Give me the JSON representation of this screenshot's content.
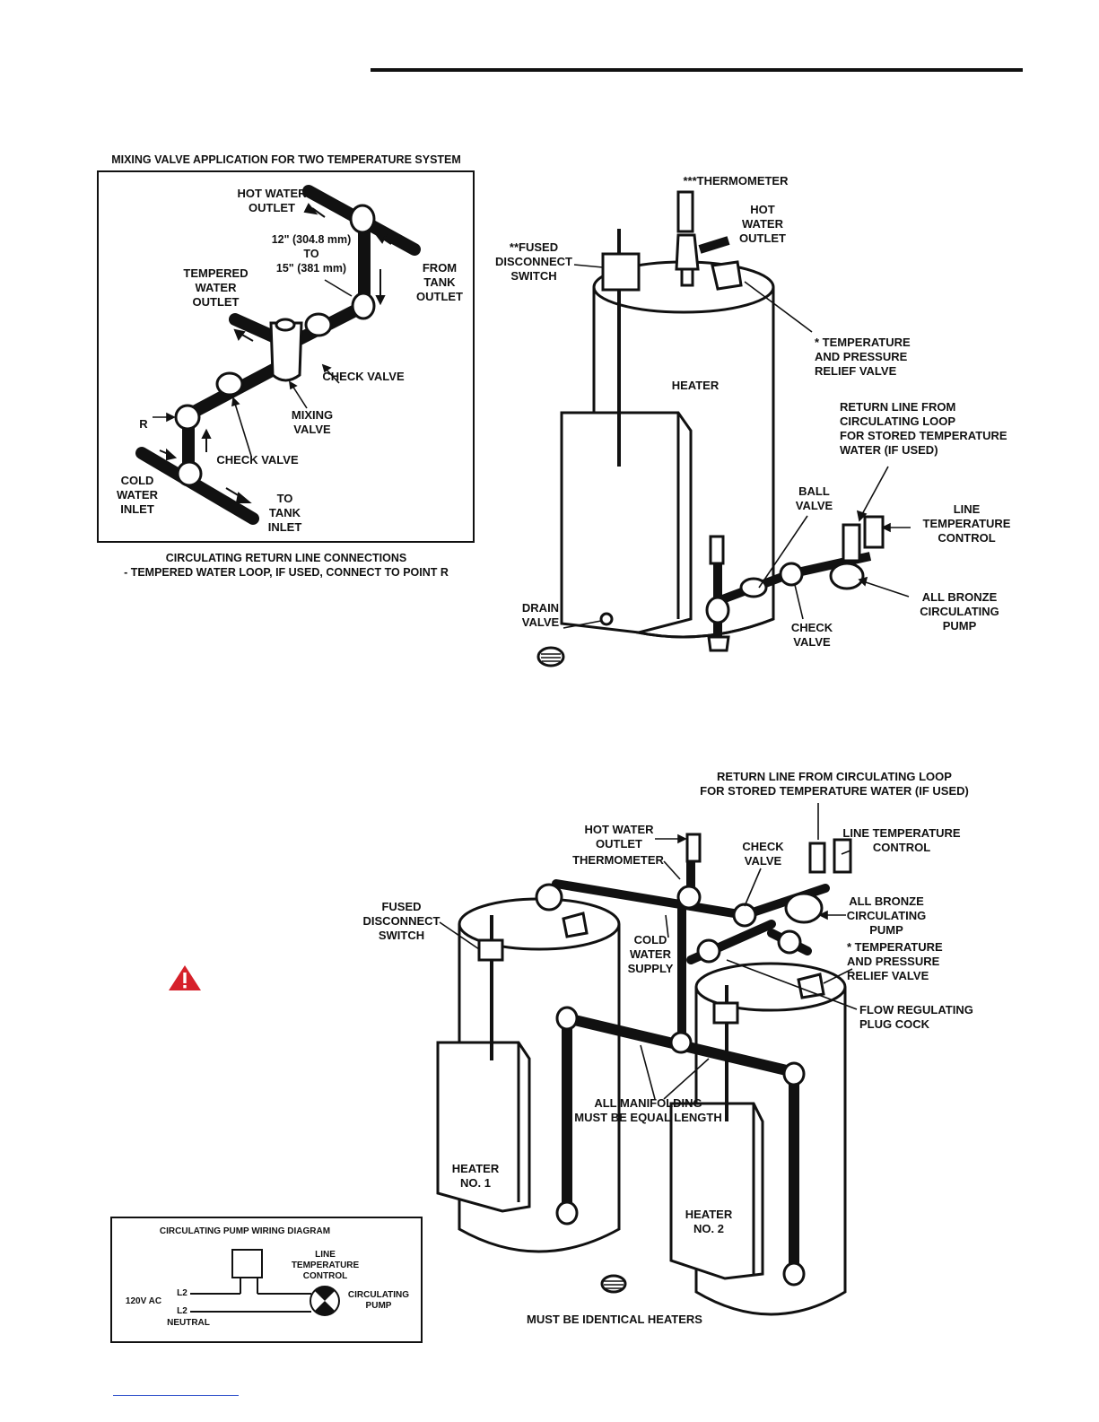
{
  "figure1": {
    "title": "MIXING VALVE APPLICATION FOR TWO TEMPERATURE SYSTEM",
    "labels": {
      "hot_water_outlet": "HOT WATER\nOUTLET",
      "dimension": "12\" (304.8 mm)\nTO\n15\" (381 mm)",
      "tempered_water_outlet": "TEMPERED\nWATER\nOUTLET",
      "from_tank_outlet": "FROM\nTANK\nOUTLET",
      "check_valve_upper": "CHECK VALVE",
      "r_point": "R",
      "mixing_valve": "MIXING\nVALVE",
      "check_valve_lower": "CHECK VALVE",
      "cold_water_inlet": "COLD\nWATER\nINLET",
      "to_tank_inlet": "TO\nTANK\nINLET"
    },
    "caption": "CIRCULATING RETURN LINE CONNECTIONS\n- TEMPERED WATER LOOP, IF USED, CONNECT TO POINT R"
  },
  "figure2": {
    "labels": {
      "thermometer": "***THERMOMETER",
      "hot_water_outlet": "HOT\nWATER\nOUTLET",
      "fused_disconnect": "**FUSED\nDISCONNECT\nSWITCH",
      "tp_relief": "* TEMPERATURE\n  AND PRESSURE\n  RELIEF VALVE",
      "heater": "HEATER",
      "return_line": "RETURN LINE FROM\nCIRCULATING LOOP\nFOR STORED TEMPERATURE\nWATER (IF USED)",
      "ball_valve": "BALL\nVALVE",
      "line_temp_control": "LINE\nTEMPERATURE\nCONTROL",
      "all_bronze_pump": "ALL BRONZE\nCIRCULATING\nPUMP",
      "drain_valve": "DRAIN\nVALVE",
      "check_valve": "CHECK\nVALVE"
    }
  },
  "figure3": {
    "labels": {
      "return_line": "RETURN LINE FROM CIRCULATING LOOP\nFOR STORED TEMPERATURE WATER (IF USED)",
      "hot_water_outlet": "HOT WATER\nOUTLET",
      "check_valve": "CHECK\nVALVE",
      "line_temp_control": "LINE TEMPERATURE\nCONTROL",
      "thermometer": "THERMOMETER",
      "fused_disconnect": "FUSED\nDISCONNECT\nSWITCH",
      "cold_water_supply": "COLD\nWATER\nSUPPLY",
      "all_bronze_pump": "ALL BRONZE\nCIRCULATING\nPUMP",
      "tp_relief": "* TEMPERATURE\n  AND PRESSURE\n  RELIEF VALVE",
      "flow_regulating": "FLOW REGULATING\nPLUG COCK",
      "all_manifolding": "ALL MANIFOLDING\nMUST BE EQUAL LENGTH",
      "heater_1": "HEATER\nNO. 1",
      "heater_2": "HEATER\nNO. 2",
      "identical": "MUST BE IDENTICAL HEATERS"
    }
  },
  "wiring": {
    "title": "CIRCULATING PUMP WIRING DIAGRAM",
    "line_temp_control": "LINE\nTEMPERATURE\nCONTROL",
    "l2_top": "L2",
    "l2_bottom": "L2",
    "volt": "120V AC",
    "neutral": "NEUTRAL",
    "pump": "CIRCULATING\nPUMP"
  },
  "colors": {
    "warning_red": "#d6202a",
    "ink": "#111111",
    "link_blue": "#3355cc"
  },
  "icons": [
    "warning-triangle-icon"
  ]
}
